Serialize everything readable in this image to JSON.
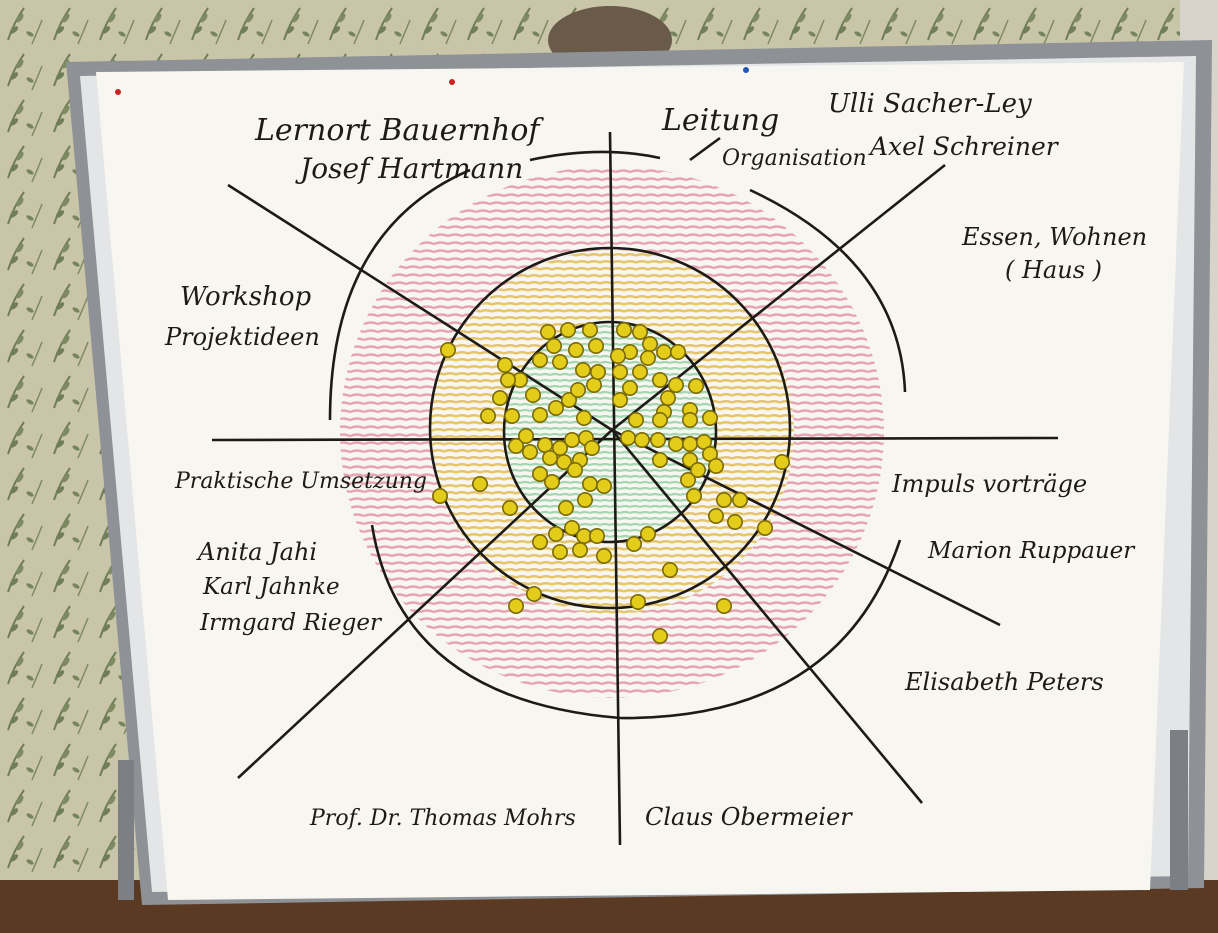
{
  "photo": {
    "subject": "flipchart-target-diagram",
    "colors": {
      "wallpaper": "#c9c5a8",
      "wallpaper_pattern": "#6f7d58",
      "board_frame": "#8e9296",
      "paper": "#f7f6f1",
      "ink": "#1e1a16",
      "ring_outer": "#e58ea4",
      "ring_middle": "#e3bb55",
      "ring_center": "#8fd0a0",
      "dot_fill": "#e3cc1a",
      "dot_stroke": "#7a6a08",
      "wood_floor": "#5a3a22"
    },
    "dot_count": 104
  },
  "labels": {
    "lernort_line1": "Lernort Bauernhof",
    "lernort_line2": "Josef Hartmann",
    "leitung": "Leitung",
    "organisation": "Organisation",
    "ulli": "Ulli Sacher-Ley",
    "axel": "Axel Schreiner",
    "essen_line1": "Essen, Wohnen",
    "essen_line2": "( Haus )",
    "workshop_line1": "Workshop",
    "workshop_line2": "Projektideen",
    "praktische": "Praktische Umsetzung",
    "anita": "Anita Jahi",
    "karl": "Karl Jahnke",
    "irmgard": "Irmgard Rieger",
    "impuls": "Impuls vorträge",
    "marion": "Marion Ruppauer",
    "elisabeth": "Elisabeth Peters",
    "thomas": "Prof. Dr. Thomas Mohrs",
    "claus": "Claus Obermeier"
  }
}
